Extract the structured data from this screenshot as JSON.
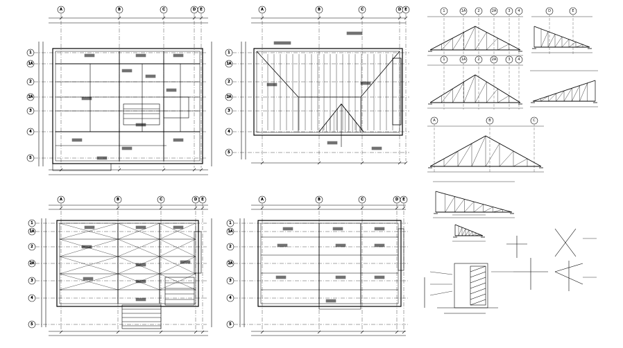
{
  "sheet": {
    "title": "Structural framing plans, roof truss plan and truss elevations",
    "colors": {
      "line": "#000000",
      "background": "#ffffff",
      "hatch": "#000000"
    }
  },
  "plans": [
    {
      "id": "plan-1",
      "cols": [
        "A",
        "B",
        "C",
        "D",
        "E"
      ],
      "rows": [
        "1",
        "1A",
        "2",
        "2A",
        "3",
        "4",
        "5"
      ]
    },
    {
      "id": "plan-2",
      "cols": [
        "A",
        "B",
        "C",
        "D",
        "E"
      ],
      "rows": [
        "1",
        "1A",
        "2",
        "2A",
        "3",
        "4",
        "5"
      ]
    },
    {
      "id": "plan-3",
      "cols": [
        "A",
        "B",
        "C",
        "D",
        "E"
      ],
      "rows": [
        "1",
        "1A",
        "2",
        "2A",
        "3",
        "4",
        "5"
      ]
    },
    {
      "id": "plan-4",
      "cols": [
        "A",
        "B",
        "C",
        "D",
        "E"
      ],
      "rows": [
        "1",
        "1A",
        "2",
        "2A",
        "3",
        "4",
        "5"
      ]
    }
  ],
  "truss_elevations": [
    {
      "id": "truss-1",
      "grid": [
        "1",
        "1A",
        "2",
        "2A",
        "3",
        "4"
      ]
    },
    {
      "id": "truss-2",
      "grid": [
        "D",
        "E"
      ]
    },
    {
      "id": "truss-3",
      "grid": [
        "1",
        "1A",
        "2",
        "2A",
        "3",
        "4"
      ]
    },
    {
      "id": "truss-4",
      "grid": []
    },
    {
      "id": "truss-5",
      "grid": [
        "A",
        "B",
        "C"
      ]
    },
    {
      "id": "truss-6",
      "grid": []
    },
    {
      "id": "truss-7",
      "grid": []
    }
  ]
}
